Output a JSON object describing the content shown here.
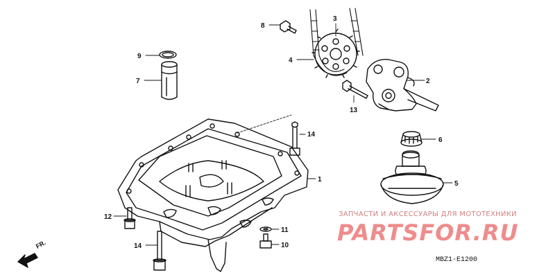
{
  "diagram": {
    "callouts": [
      {
        "id": "c1",
        "text": "1"
      },
      {
        "id": "c2",
        "text": "2"
      },
      {
        "id": "c3",
        "text": "3"
      },
      {
        "id": "c4",
        "text": "4"
      },
      {
        "id": "c5",
        "text": "5"
      },
      {
        "id": "c6",
        "text": "6"
      },
      {
        "id": "c7",
        "text": "7"
      },
      {
        "id": "c8",
        "text": "8"
      },
      {
        "id": "c9",
        "text": "9"
      },
      {
        "id": "c10",
        "text": "10"
      },
      {
        "id": "c11",
        "text": "11"
      },
      {
        "id": "c12",
        "text": "12"
      },
      {
        "id": "c13",
        "text": "13"
      },
      {
        "id": "c14a",
        "text": "14"
      },
      {
        "id": "c14b",
        "text": "14"
      }
    ],
    "direction_label": "FR.",
    "diagram_code": "MBZ1-E1200"
  },
  "watermark": {
    "tagline": "ЗАПЧАСТИ И АКСЕССУАРЫ ДЛЯ МОТОТЕХНИКИ",
    "brand": "PARTSFOR.RU",
    "color": "#ef8c8c"
  }
}
